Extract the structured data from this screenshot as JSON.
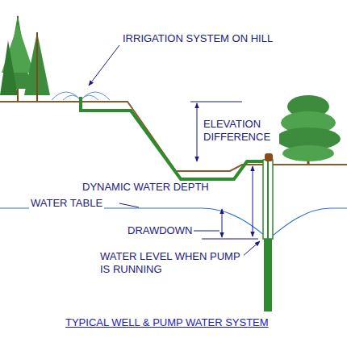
{
  "diagram": {
    "title": "TYPICAL WELL & PUMP WATER SYSTEM",
    "labels": [
      "IRRIGATION SYSTEM ON HILL",
      "ELEVATION DIFFERENCE",
      "DYNAMIC WATER DEPTH",
      "WATER TABLE",
      "DRAWDOWN",
      "WATER LEVEL WHEN PUMP IS RUNNING"
    ]
  }
}
